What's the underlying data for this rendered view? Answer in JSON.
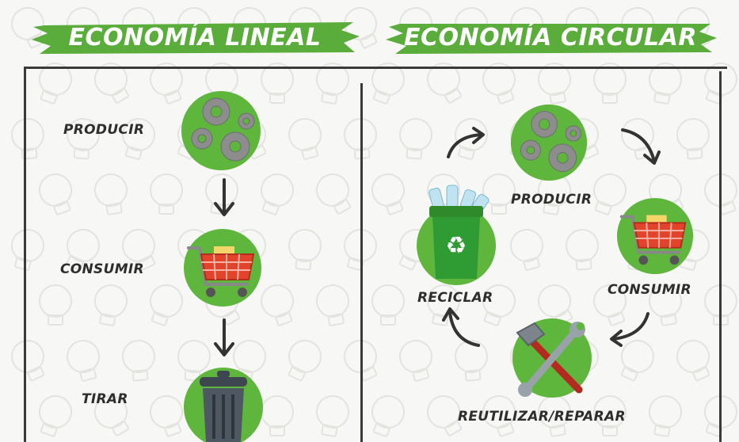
{
  "left_panel": {
    "title": "ECONOMÍA LINEAL",
    "steps": [
      {
        "label": "PRODUCIR",
        "icon": "gears-icon"
      },
      {
        "label": "CONSUMIR",
        "icon": "shopping-cart-icon"
      },
      {
        "label": "TIRAR",
        "icon": "trash-can-icon"
      }
    ]
  },
  "right_panel": {
    "title": "ECONOMÍA CIRCULAR",
    "steps": [
      {
        "label": "PRODUCIR",
        "icon": "gears-icon"
      },
      {
        "label": "CONSUMIR",
        "icon": "shopping-cart-icon"
      },
      {
        "label": "REUTILIZAR/REPARAR",
        "icon": "hammer-wrench-icon"
      },
      {
        "label": "RECICLAR",
        "icon": "recycling-bin-icon"
      }
    ]
  },
  "colors": {
    "banner_green": "#5aad3b",
    "circle_green": "#5fb63c",
    "text_dark": "#2e2e2e",
    "cart_red": "#e2432a"
  }
}
